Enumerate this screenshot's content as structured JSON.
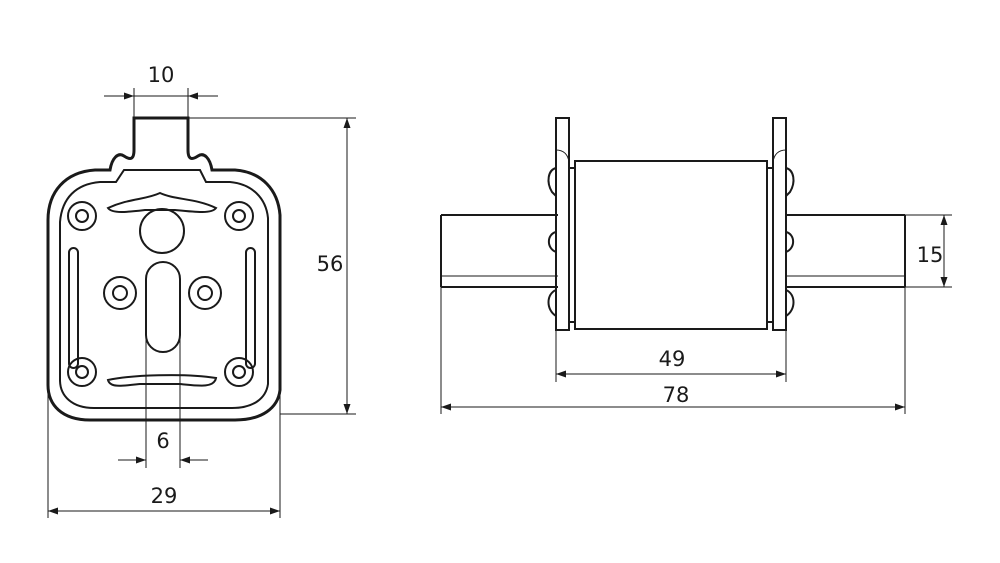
{
  "dimensions": {
    "front_tab_width": "10",
    "front_height": "56",
    "front_slot_width": "6",
    "front_width": "29",
    "side_blade_thickness": "15",
    "side_body_length": "49",
    "side_total_length": "78"
  },
  "colors": {
    "line": "#1a1a1a",
    "background": "#ffffff"
  }
}
